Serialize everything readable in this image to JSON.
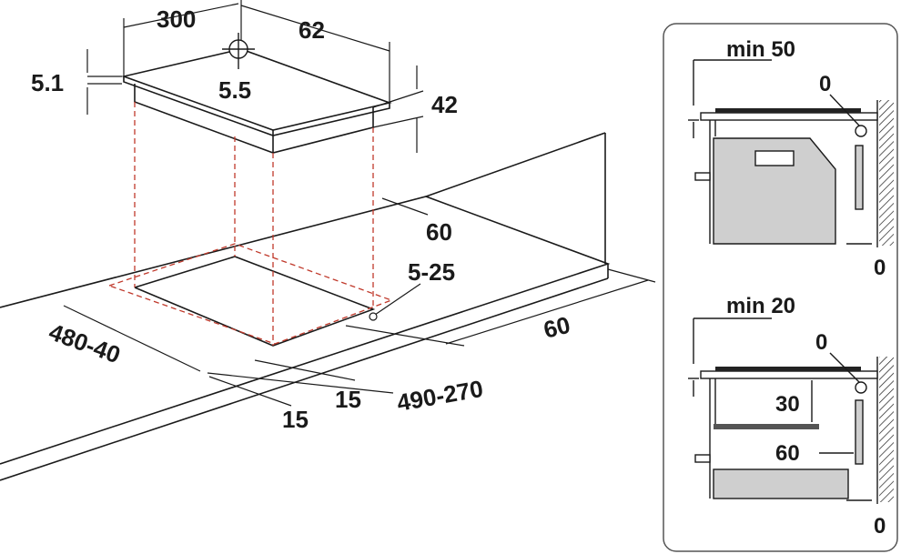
{
  "main_diagram": {
    "labels": {
      "width": "300",
      "depth": "62",
      "glass_thickness": "5.1",
      "center_dim": "5.5",
      "body_height": "42",
      "back_gap": "60",
      "cutout_depth": "480-40",
      "front_gap": "60",
      "connection": "5-25",
      "cutout_width": "490-270",
      "side_a": "15",
      "side_b": "15"
    }
  },
  "side_views": {
    "top": {
      "min_label": "min 50",
      "zero_top": "0",
      "zero_bottom": "0"
    },
    "bottom": {
      "min_label": "min 20",
      "zero_top": "0",
      "gap_30": "30",
      "gap_60": "60",
      "zero_bottom": "0"
    }
  },
  "colors": {
    "line": "#1a1a1a",
    "dashed": "#c0392b",
    "panel_border": "#555555",
    "appliance_fill": "#cfcfcf",
    "glass": "#222222"
  }
}
